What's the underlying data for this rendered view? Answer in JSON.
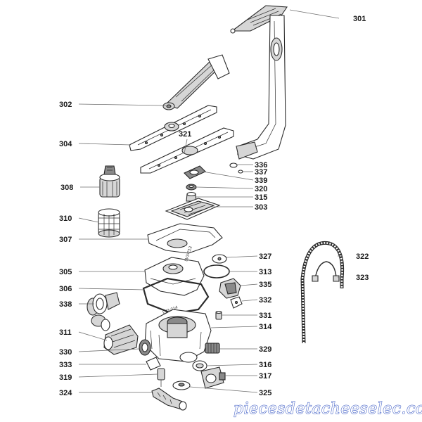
{
  "parts": [
    {
      "id": "p301",
      "number": "301"
    },
    {
      "id": "p302",
      "number": "302"
    },
    {
      "id": "p304",
      "number": "304"
    },
    {
      "id": "p321",
      "number": "321"
    },
    {
      "id": "p336",
      "number": "336"
    },
    {
      "id": "p337",
      "number": "337"
    },
    {
      "id": "p308",
      "number": "308"
    },
    {
      "id": "p339",
      "number": "339"
    },
    {
      "id": "p320",
      "number": "320"
    },
    {
      "id": "p315",
      "number": "315"
    },
    {
      "id": "p303",
      "number": "303"
    },
    {
      "id": "p310",
      "number": "310"
    },
    {
      "id": "p307",
      "number": "307"
    },
    {
      "id": "p327",
      "number": "327"
    },
    {
      "id": "p322",
      "number": "322"
    },
    {
      "id": "p305",
      "number": "305"
    },
    {
      "id": "p313",
      "number": "313"
    },
    {
      "id": "p323",
      "number": "323"
    },
    {
      "id": "p335",
      "number": "335"
    },
    {
      "id": "p306",
      "number": "306"
    },
    {
      "id": "p332",
      "number": "332"
    },
    {
      "id": "p338",
      "number": "338"
    },
    {
      "id": "p331",
      "number": "331"
    },
    {
      "id": "p314",
      "number": "314"
    },
    {
      "id": "p311",
      "number": "311"
    },
    {
      "id": "p329",
      "number": "329"
    },
    {
      "id": "p330",
      "number": "330"
    },
    {
      "id": "p333",
      "number": "333"
    },
    {
      "id": "p316",
      "number": "316"
    },
    {
      "id": "p317",
      "number": "317"
    },
    {
      "id": "p319",
      "number": "319"
    },
    {
      "id": "p324",
      "number": "324"
    },
    {
      "id": "p325",
      "number": "325"
    }
  ],
  "markings": {
    "sump_cover_code": "LV3-213",
    "gasket_code": "LV3-214"
  },
  "watermark": {
    "text": "piecesdetacheeselec.com",
    "color": "#4a67c9"
  }
}
